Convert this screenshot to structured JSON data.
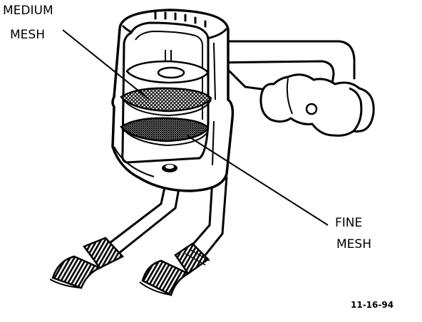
{
  "labels": {
    "medium_line1": "MEDIUM",
    "medium_line2": "MESH",
    "fine_line1": "FINE",
    "fine_line2": "MESH",
    "figure_code": "11-16-94"
  },
  "colors": {
    "ink": "#000000",
    "paper": "#ffffff"
  }
}
